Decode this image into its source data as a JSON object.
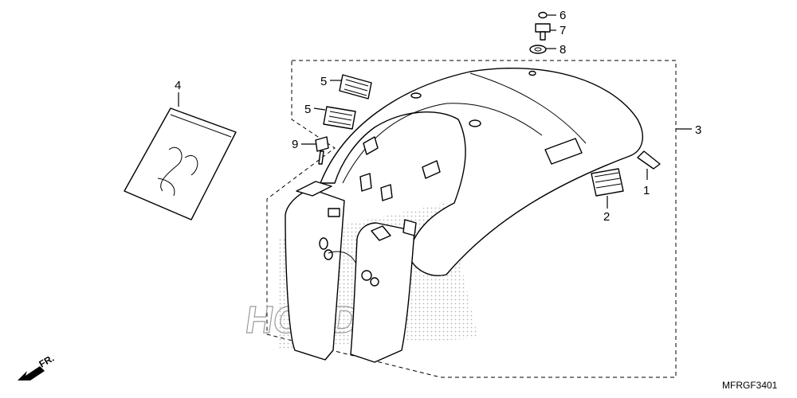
{
  "diagram": {
    "drawing_code": "MFRGF3401",
    "direction_label": "FR.",
    "watermark": "HONDA",
    "callouts": [
      {
        "id": "c1",
        "label": "1"
      },
      {
        "id": "c2",
        "label": "2"
      },
      {
        "id": "c3",
        "label": "3"
      },
      {
        "id": "c4",
        "label": "4"
      },
      {
        "id": "c5a",
        "label": "5"
      },
      {
        "id": "c5b",
        "label": "5"
      },
      {
        "id": "c6",
        "label": "6"
      },
      {
        "id": "c7",
        "label": "7"
      },
      {
        "id": "c8",
        "label": "8"
      },
      {
        "id": "c9",
        "label": "9"
      }
    ]
  }
}
